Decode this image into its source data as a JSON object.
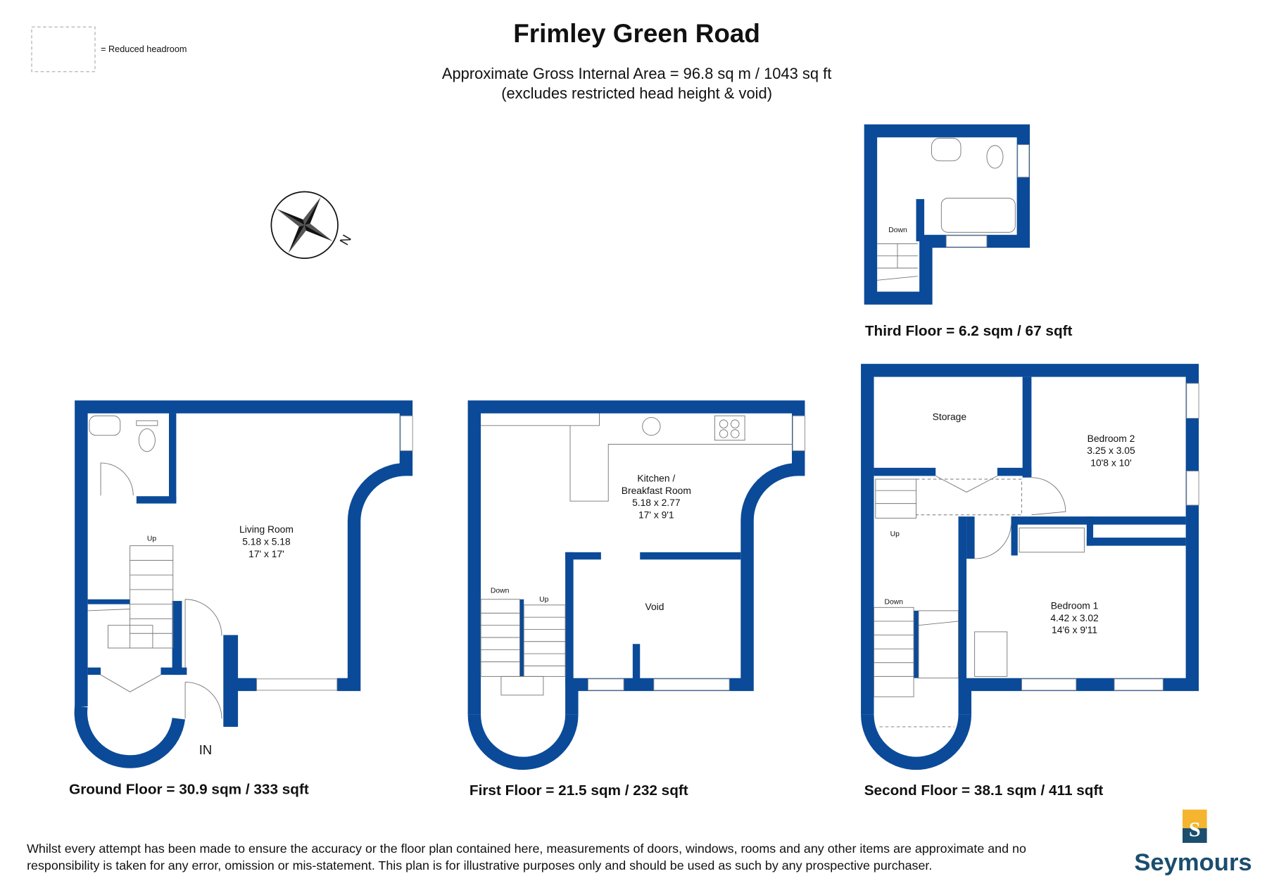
{
  "title": "Frimley Green Road",
  "subtitle_line1": "Approximate Gross Internal Area = 96.8 sq m / 1043 sq ft",
  "subtitle_line2": "(excludes restricted head height & void)",
  "legend": {
    "label": "= Reduced headroom"
  },
  "compass": {
    "label": "N"
  },
  "floors": {
    "ground": {
      "caption": "Ground Floor = 30.9 sqm / 333 sqft",
      "living_room": {
        "name": "Living Room",
        "metric": "5.18 x 5.18",
        "imperial": "17' x 17'"
      },
      "stairs_label": "Up",
      "entrance_label": "IN"
    },
    "first": {
      "caption": "First Floor = 21.5 sqm / 232 sqft",
      "kitchen": {
        "name_line1": "Kitchen /",
        "name_line2": "Breakfast Room",
        "metric": "5.18 x 2.77",
        "imperial": "17' x 9'1"
      },
      "void": "Void",
      "down_label": "Down",
      "up_label": "Up"
    },
    "second": {
      "caption": "Second Floor = 38.1 sqm / 411 sqft",
      "storage": "Storage",
      "bedroom2": {
        "name": "Bedroom 2",
        "metric": "3.25 x 3.05",
        "imperial": "10'8 x 10'"
      },
      "bedroom1": {
        "name": "Bedroom 1",
        "metric": "4.42 x 3.02",
        "imperial": "14'6 x 9'11"
      },
      "up_label": "Up",
      "down_label": "Down"
    },
    "third": {
      "caption": "Third Floor = 6.2 sqm / 67 sqft",
      "down_label": "Down"
    }
  },
  "disclaimer_line1": "Whilst every attempt has been made to ensure the accuracy or the floor plan contained here, measurements of doors, windows, rooms and any other items are approximate and no",
  "disclaimer_line2": "responsibility is taken for any error, omission or mis-statement. This plan is for illustrative purposes only and should be used as such by any prospective purchaser.",
  "brand": {
    "name": "Seymours",
    "logo_letter": "S",
    "color": "#1b4d6e",
    "accent": "#f5b52e"
  },
  "colors": {
    "wall": "#0b4a98"
  }
}
